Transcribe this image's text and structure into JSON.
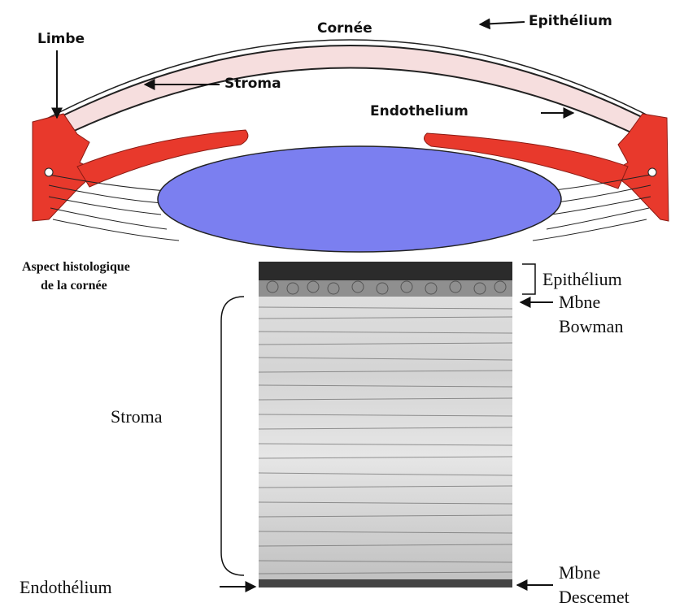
{
  "eye_diagram": {
    "labels": {
      "limbe": "Limbe",
      "cornee": "Cornée",
      "epithelium": "Epithélium",
      "stroma": "Stroma",
      "endothelium": "Endothelium"
    }
  },
  "histology": {
    "title_line1": "Aspect histologique",
    "title_line2": "de la cornée",
    "labels": {
      "epithelium": "Epithélium",
      "bowman_line1": "Mbne",
      "bowman_line2": "Bowman",
      "stroma": "Stroma",
      "endothelium": "Endothélium",
      "descemet_line1": "Mbne",
      "descemet_line2": "Descemet"
    }
  },
  "colors": {
    "iris_red": "#e8392c",
    "lens_blue": "#7b7ff0",
    "cornea_pink": "#f6dede",
    "line": "#111111"
  }
}
